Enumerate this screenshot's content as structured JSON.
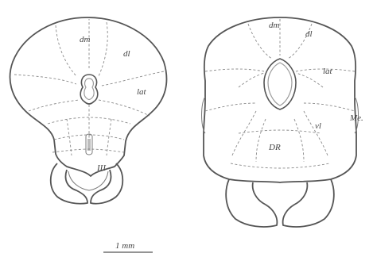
{
  "left_section": {
    "labels": {
      "dm": "dm",
      "dl": "dl",
      "lat": "lat",
      "iii": "III"
    }
  },
  "right_section": {
    "labels": {
      "dm": "dm",
      "dl": "dl",
      "lat": "lat",
      "vl": "vl",
      "dr": "DR",
      "me": "Me."
    }
  },
  "scale_bar": {
    "label": "1 mm"
  }
}
